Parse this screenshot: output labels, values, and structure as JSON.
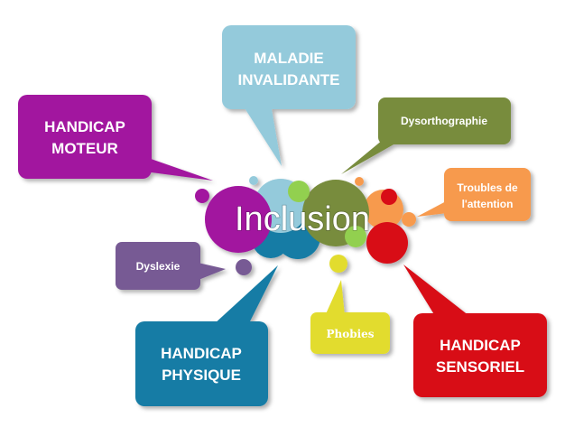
{
  "center": {
    "label": "Inclusion"
  },
  "bubbles": {
    "handicap_moteur": {
      "line1": "HANDICAP",
      "line2": "MOTEUR"
    },
    "maladie_invalidante": {
      "line1": "MALADIE",
      "line2": "INVALIDANTE"
    },
    "dysorthographie": {
      "label": "Dysorthographie"
    },
    "troubles_attention": {
      "line1": "Troubles de",
      "line2": "l'attention"
    },
    "dyslexie": {
      "label": "Dyslexie"
    },
    "handicap_physique": {
      "line1": "HANDICAP",
      "line2": "PHYSIQUE"
    },
    "phobies": {
      "label": "Phobies"
    },
    "handicap_sensoriel": {
      "line1": "HANDICAP",
      "line2": "SENSORIEL"
    }
  },
  "colors": {
    "purple": "#a2179f",
    "light_blue": "#94cadb",
    "olive": "#788c3e",
    "orange": "#f79a4e",
    "violet": "#775a94",
    "teal": "#137ca5",
    "yellow": "#e2dc2f",
    "red": "#d80b19",
    "light_green": "#92d050"
  }
}
